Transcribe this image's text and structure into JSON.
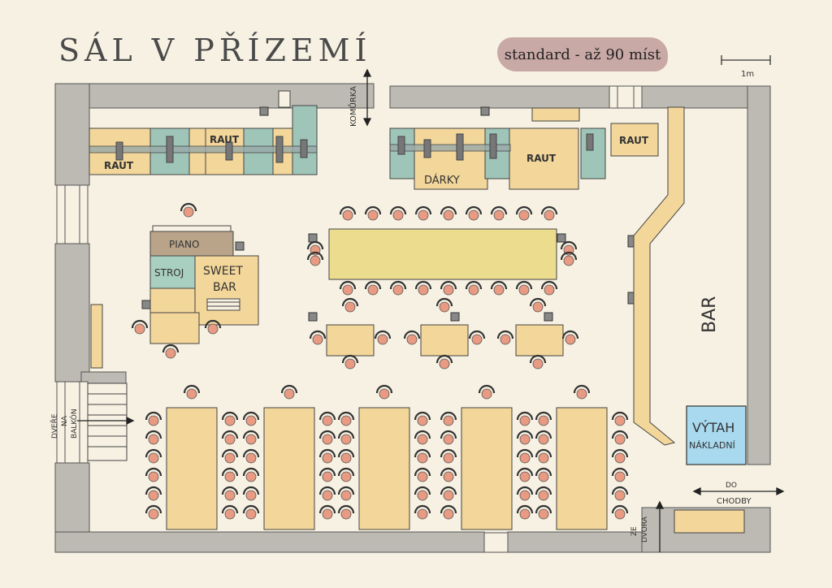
{
  "title": "SÁL V PŘÍZEMÍ",
  "capacity_badge": "standard - až 90 míst",
  "scale_label": "1m",
  "labels": {
    "raut_left_1": "RAUT",
    "raut_left_2": "RAUT",
    "raut_right_1": "RAUT",
    "raut_right_2": "RAUT",
    "darky": "DÁRKY",
    "piano": "PIANO",
    "stroj": "STROJ",
    "sweet_bar": [
      "SWEET",
      "BAR"
    ],
    "bar": "BAR",
    "komurka": "KOMŮRKA",
    "vytah": [
      "VÝTAH",
      "NÁKLADNÍ"
    ],
    "dvere": [
      "DVEŘE",
      "NA",
      "BALKÓN"
    ],
    "do_chodby": [
      "DO",
      "CHODBY"
    ],
    "ze_dvora": [
      "ZE",
      "DVORA"
    ]
  },
  "colors": {
    "wall": "#bcbab2",
    "table": "#f3d69a",
    "table_banquet": "#ecdc8e",
    "chair": "#e89a82",
    "lift": "#a9d9ef",
    "piano": "#b9a48a",
    "stroj": "#a9cfc0",
    "hatch": "#9fc5b8",
    "badge": "#c9a9a6"
  }
}
